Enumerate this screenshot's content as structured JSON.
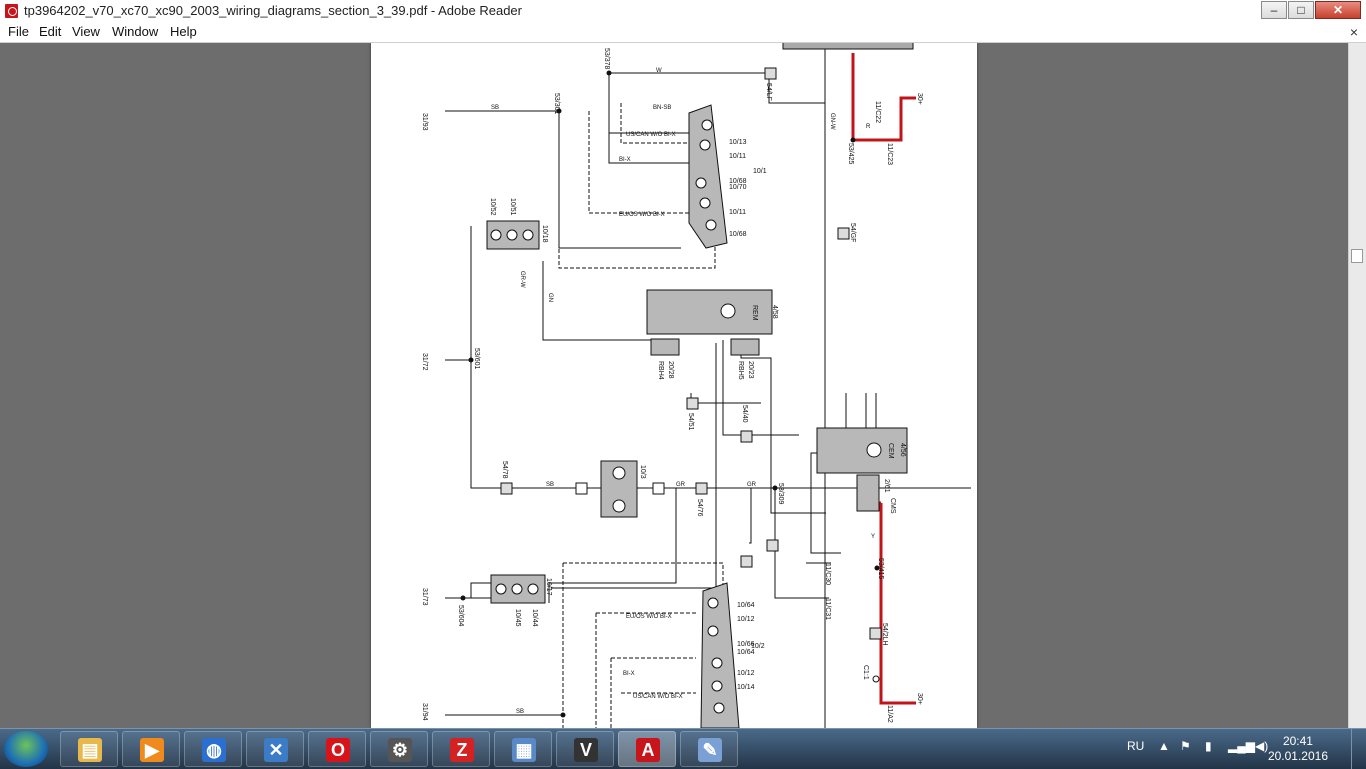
{
  "window": {
    "title": "tp3964202_v70_xc70_xc90_2003_wiring_diagrams_section_3_39.pdf - Adobe Reader"
  },
  "controls": {
    "minimize": "–",
    "maximize": "□",
    "close": "✕",
    "doc_close": "×"
  },
  "menu": [
    "File",
    "Edit",
    "View",
    "Window",
    "Help"
  ],
  "diagram": {
    "labels": {
      "cem": "CEM",
      "rem": "REM",
      "n31_93": "31/93",
      "n31_72": "31/72",
      "n31_73": "31/73",
      "n31_94": "31/94",
      "n53_301": "53/301",
      "n53_378": "53/378",
      "n53_601": "53/601",
      "n53_604": "53/604",
      "n53_309": "53/309",
      "n53_425": "53/425",
      "n53_415": "53/415",
      "n54_lf": "54/LF",
      "n54_gf": "54/GF",
      "n54_78": "54/78",
      "n54_76": "54/76",
      "n54_51": "54/51",
      "n54_40": "54/40",
      "n54_2lh": "54/2LH",
      "c11_22": "11/C22",
      "c11_23": "11/C23",
      "c11_30": "11/C30",
      "c11_31": "11/C31",
      "c11_2": "11/A2",
      "c1_1": "C1:1",
      "c10_18": "10/18",
      "c10_17": "10/17",
      "c10_1": "10/1",
      "c10_2": "10/2",
      "c10_3": "10/3",
      "c10_13": "10/13",
      "c10_11": "10/11",
      "c10_68": "10/68",
      "c10_70": "10/70",
      "c10_64": "10/64",
      "c10_12": "10/12",
      "c10_66": "10/66",
      "c10_14": "10/14",
      "c10_51": "10/51",
      "c10_52": "10/52",
      "c10_44": "10/44",
      "c10_45": "10/45",
      "c4_58": "4/58",
      "c4_56": "4/56",
      "c20_28": "20/28",
      "c20_23": "20/23",
      "c2_61": "2/61",
      "rbh4": "RBH4",
      "rbh5": "RBH5",
      "cms": "CMS",
      "p30": "30+",
      "w_sb": "SB",
      "w_w": "W",
      "w_gr": "GR",
      "w_gn": "GN",
      "w_r": "R",
      "w_gnw": "GN-W",
      "w_bnsb": "BN-SB",
      "w_bix": "BI-X",
      "w_y": "Y",
      "w_grw": "GR-W",
      "eu_os": "EU/OS W/O BI-X",
      "us_can": "US/CAN W/O BI-X"
    }
  },
  "taskbar": {
    "apps": [
      {
        "name": "explorer",
        "glyph": "▤",
        "color": "#e8b84a"
      },
      {
        "name": "media",
        "glyph": "▶",
        "color": "#f08a1c"
      },
      {
        "name": "globe",
        "glyph": "◍",
        "color": "#2b6fd0"
      },
      {
        "name": "x",
        "glyph": "✕",
        "color": "#3c7cc6"
      },
      {
        "name": "opera",
        "glyph": "O",
        "color": "#d7141a"
      },
      {
        "name": "settings",
        "glyph": "⚙",
        "color": "#555555"
      },
      {
        "name": "z",
        "glyph": "Z",
        "color": "#d42222"
      },
      {
        "name": "calc",
        "glyph": "▦",
        "color": "#5a89c8"
      },
      {
        "name": "v",
        "glyph": "V",
        "color": "#333333"
      },
      {
        "name": "pdf",
        "glyph": "A",
        "color": "#c8141b"
      },
      {
        "name": "paint",
        "glyph": "✎",
        "color": "#7aa0d6"
      }
    ],
    "lang": "RU",
    "time": "20:41",
    "date": "20.01.2016"
  }
}
